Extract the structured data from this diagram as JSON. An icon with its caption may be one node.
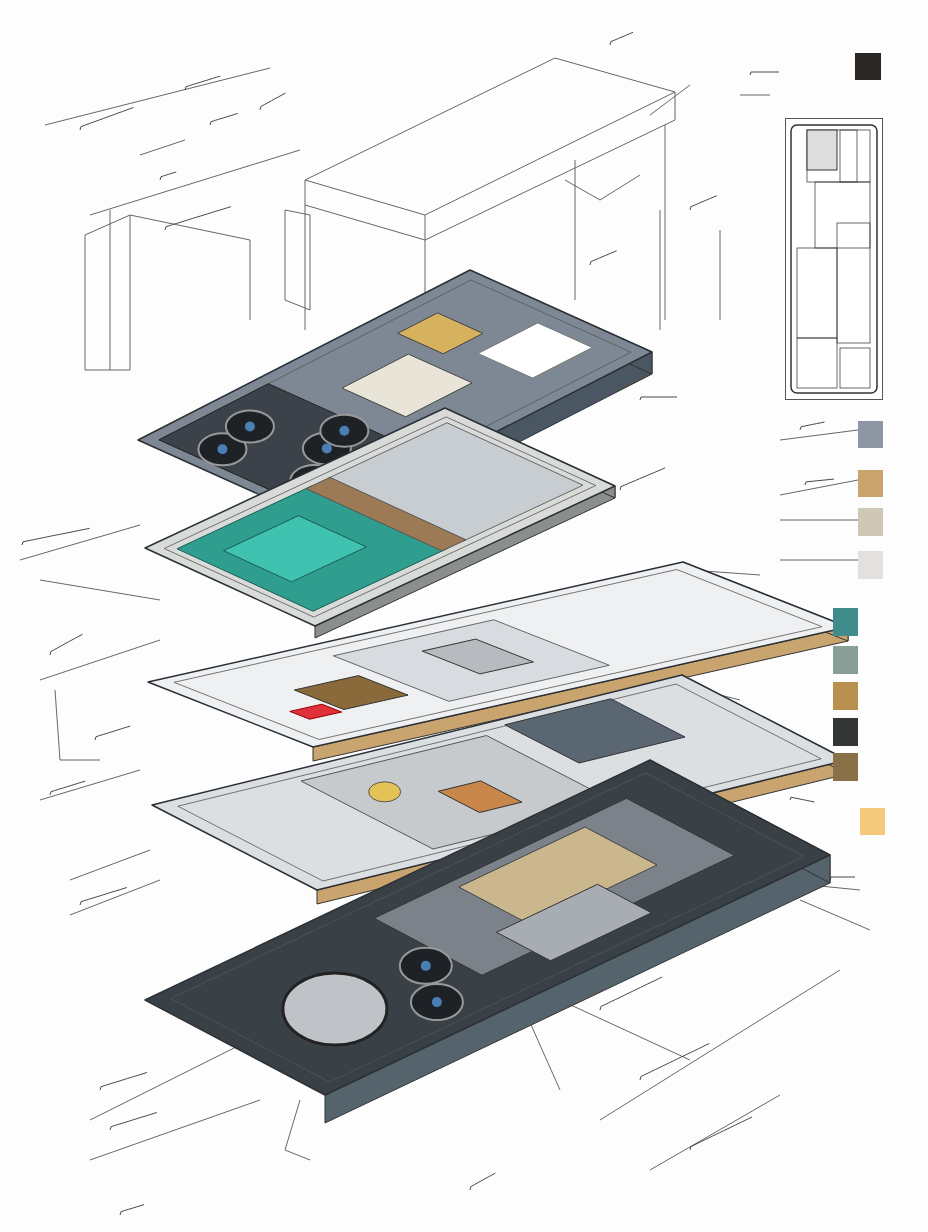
{
  "diagram": {
    "nodes": [
      {
        "text": [],
        "shape": "box"
      },
      {
        "text": [],
        "shape": "picture"
      },
      {
        "text": [],
        "shape": "picture"
      },
      {
        "text": [],
        "shape": "picture"
      },
      {
        "text": [],
        "shape": "picture"
      },
      {
        "text": [],
        "shape": "picture"
      },
      {
        "text": [],
        "shape": "picture"
      },
      {
        "text": [],
        "shape": "box"
      },
      {
        "text": [],
        "shape": "box"
      },
      {
        "text": [],
        "shape": "box"
      },
      {
        "text": [],
        "shape": "box"
      },
      {
        "text": [],
        "shape": "box"
      },
      {
        "text": [],
        "shape": "box"
      },
      {
        "text": [],
        "shape": "box"
      },
      {
        "text": [],
        "shape": "box"
      },
      {
        "text": [],
        "shape": "box"
      },
      {
        "text": [],
        "shape": "box"
      },
      {
        "text": [],
        "shape": "box"
      }
    ]
  }
}
